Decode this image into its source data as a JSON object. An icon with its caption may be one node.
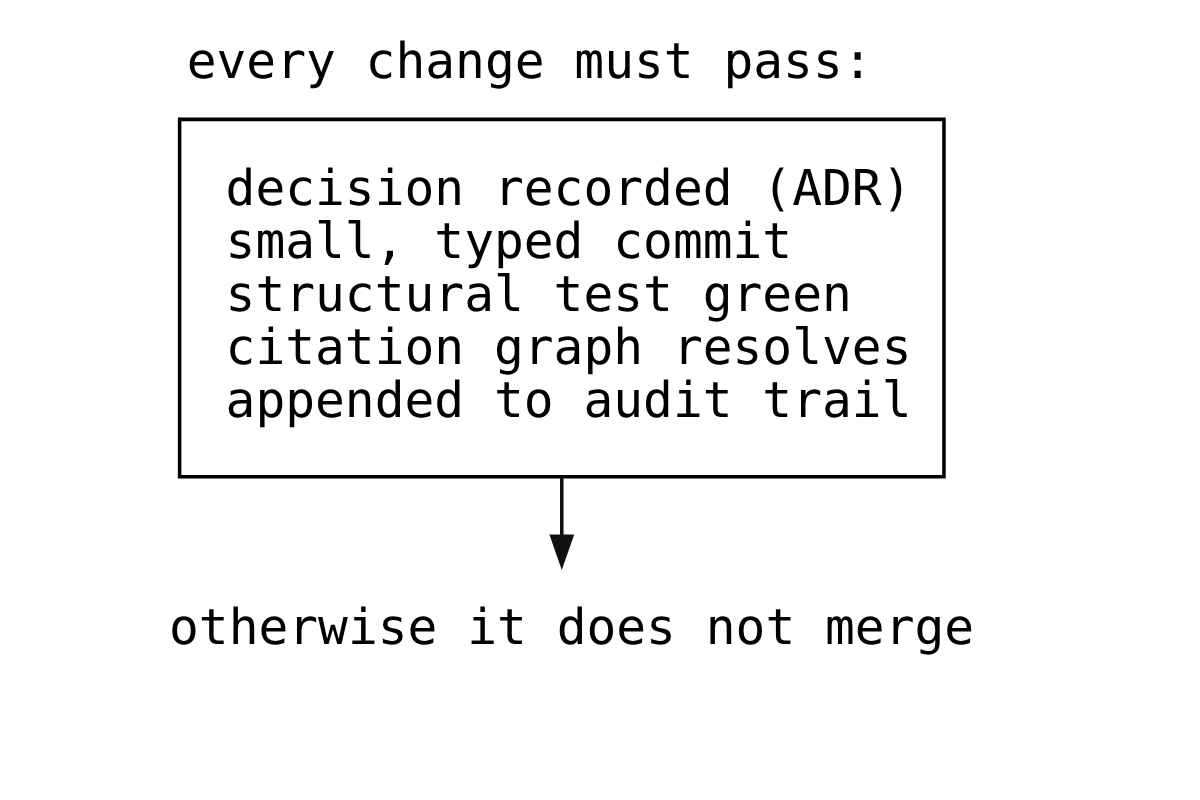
{
  "diagram": {
    "nodes": [
      {
        "text": [
          "every change must pass:",
          "decision recorded (ADR)",
          "small, typed commit",
          "structural test green",
          "citation graph resolves",
          "appended to audit trail"
        ]
      },
      {
        "text": [
          "otherwise it does not merge"
        ]
      }
    ],
    "edges": [
      {
        "from": 0,
        "to": 1,
        "arrow": "to"
      }
    ]
  }
}
